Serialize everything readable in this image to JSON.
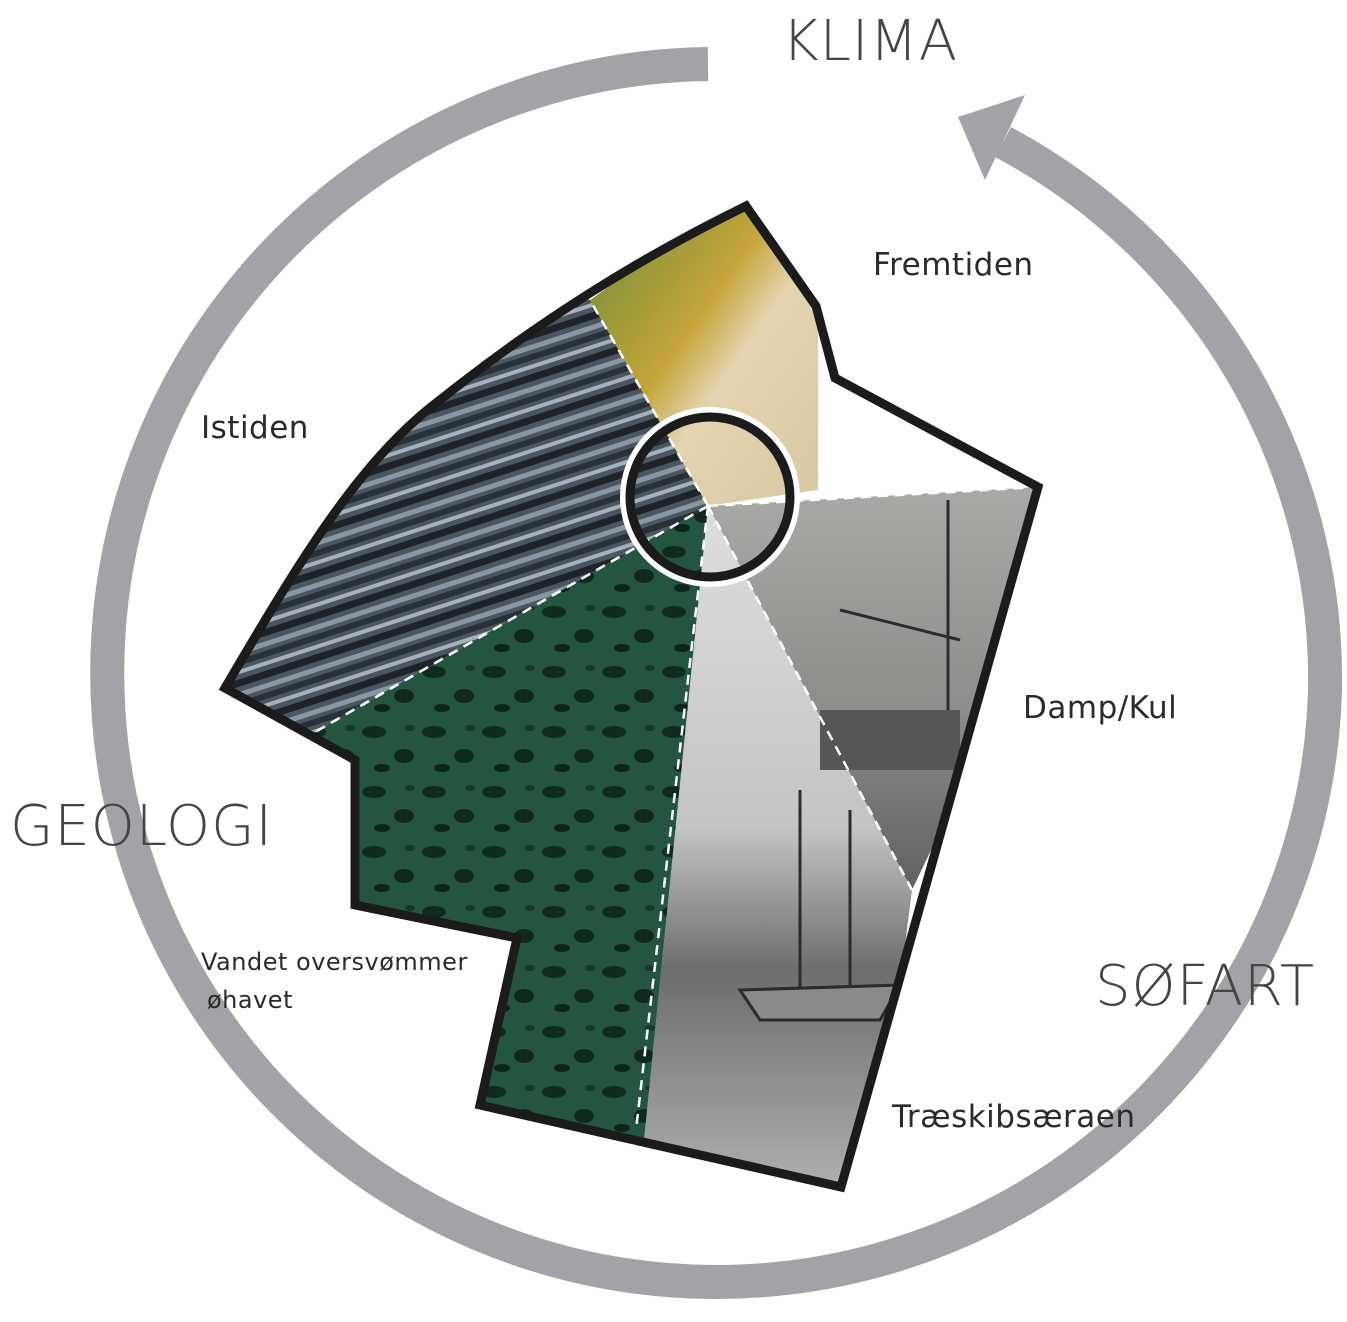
{
  "themes": {
    "klima": "KLIMA",
    "geologi": "GEOLOGI",
    "sofart": "SØFART"
  },
  "eras": {
    "fremtiden": "Fremtiden",
    "istiden": "Istiden",
    "damp_kul": "Damp/Kul",
    "vandet_line1": "Vandet oversvømmer",
    "vandet_line2": "øhavet",
    "traeskibs": "Træskibsæraen"
  },
  "colors": {
    "cycle_arrow": "#a2a3a6",
    "outline": "#1b1b1b",
    "ice": "#4a5560",
    "sea_green": "#1f4a37",
    "garden": "#d9c9a2",
    "steam_photo": "#8f918e",
    "wood_ship_photo": "#b4b4b4"
  }
}
